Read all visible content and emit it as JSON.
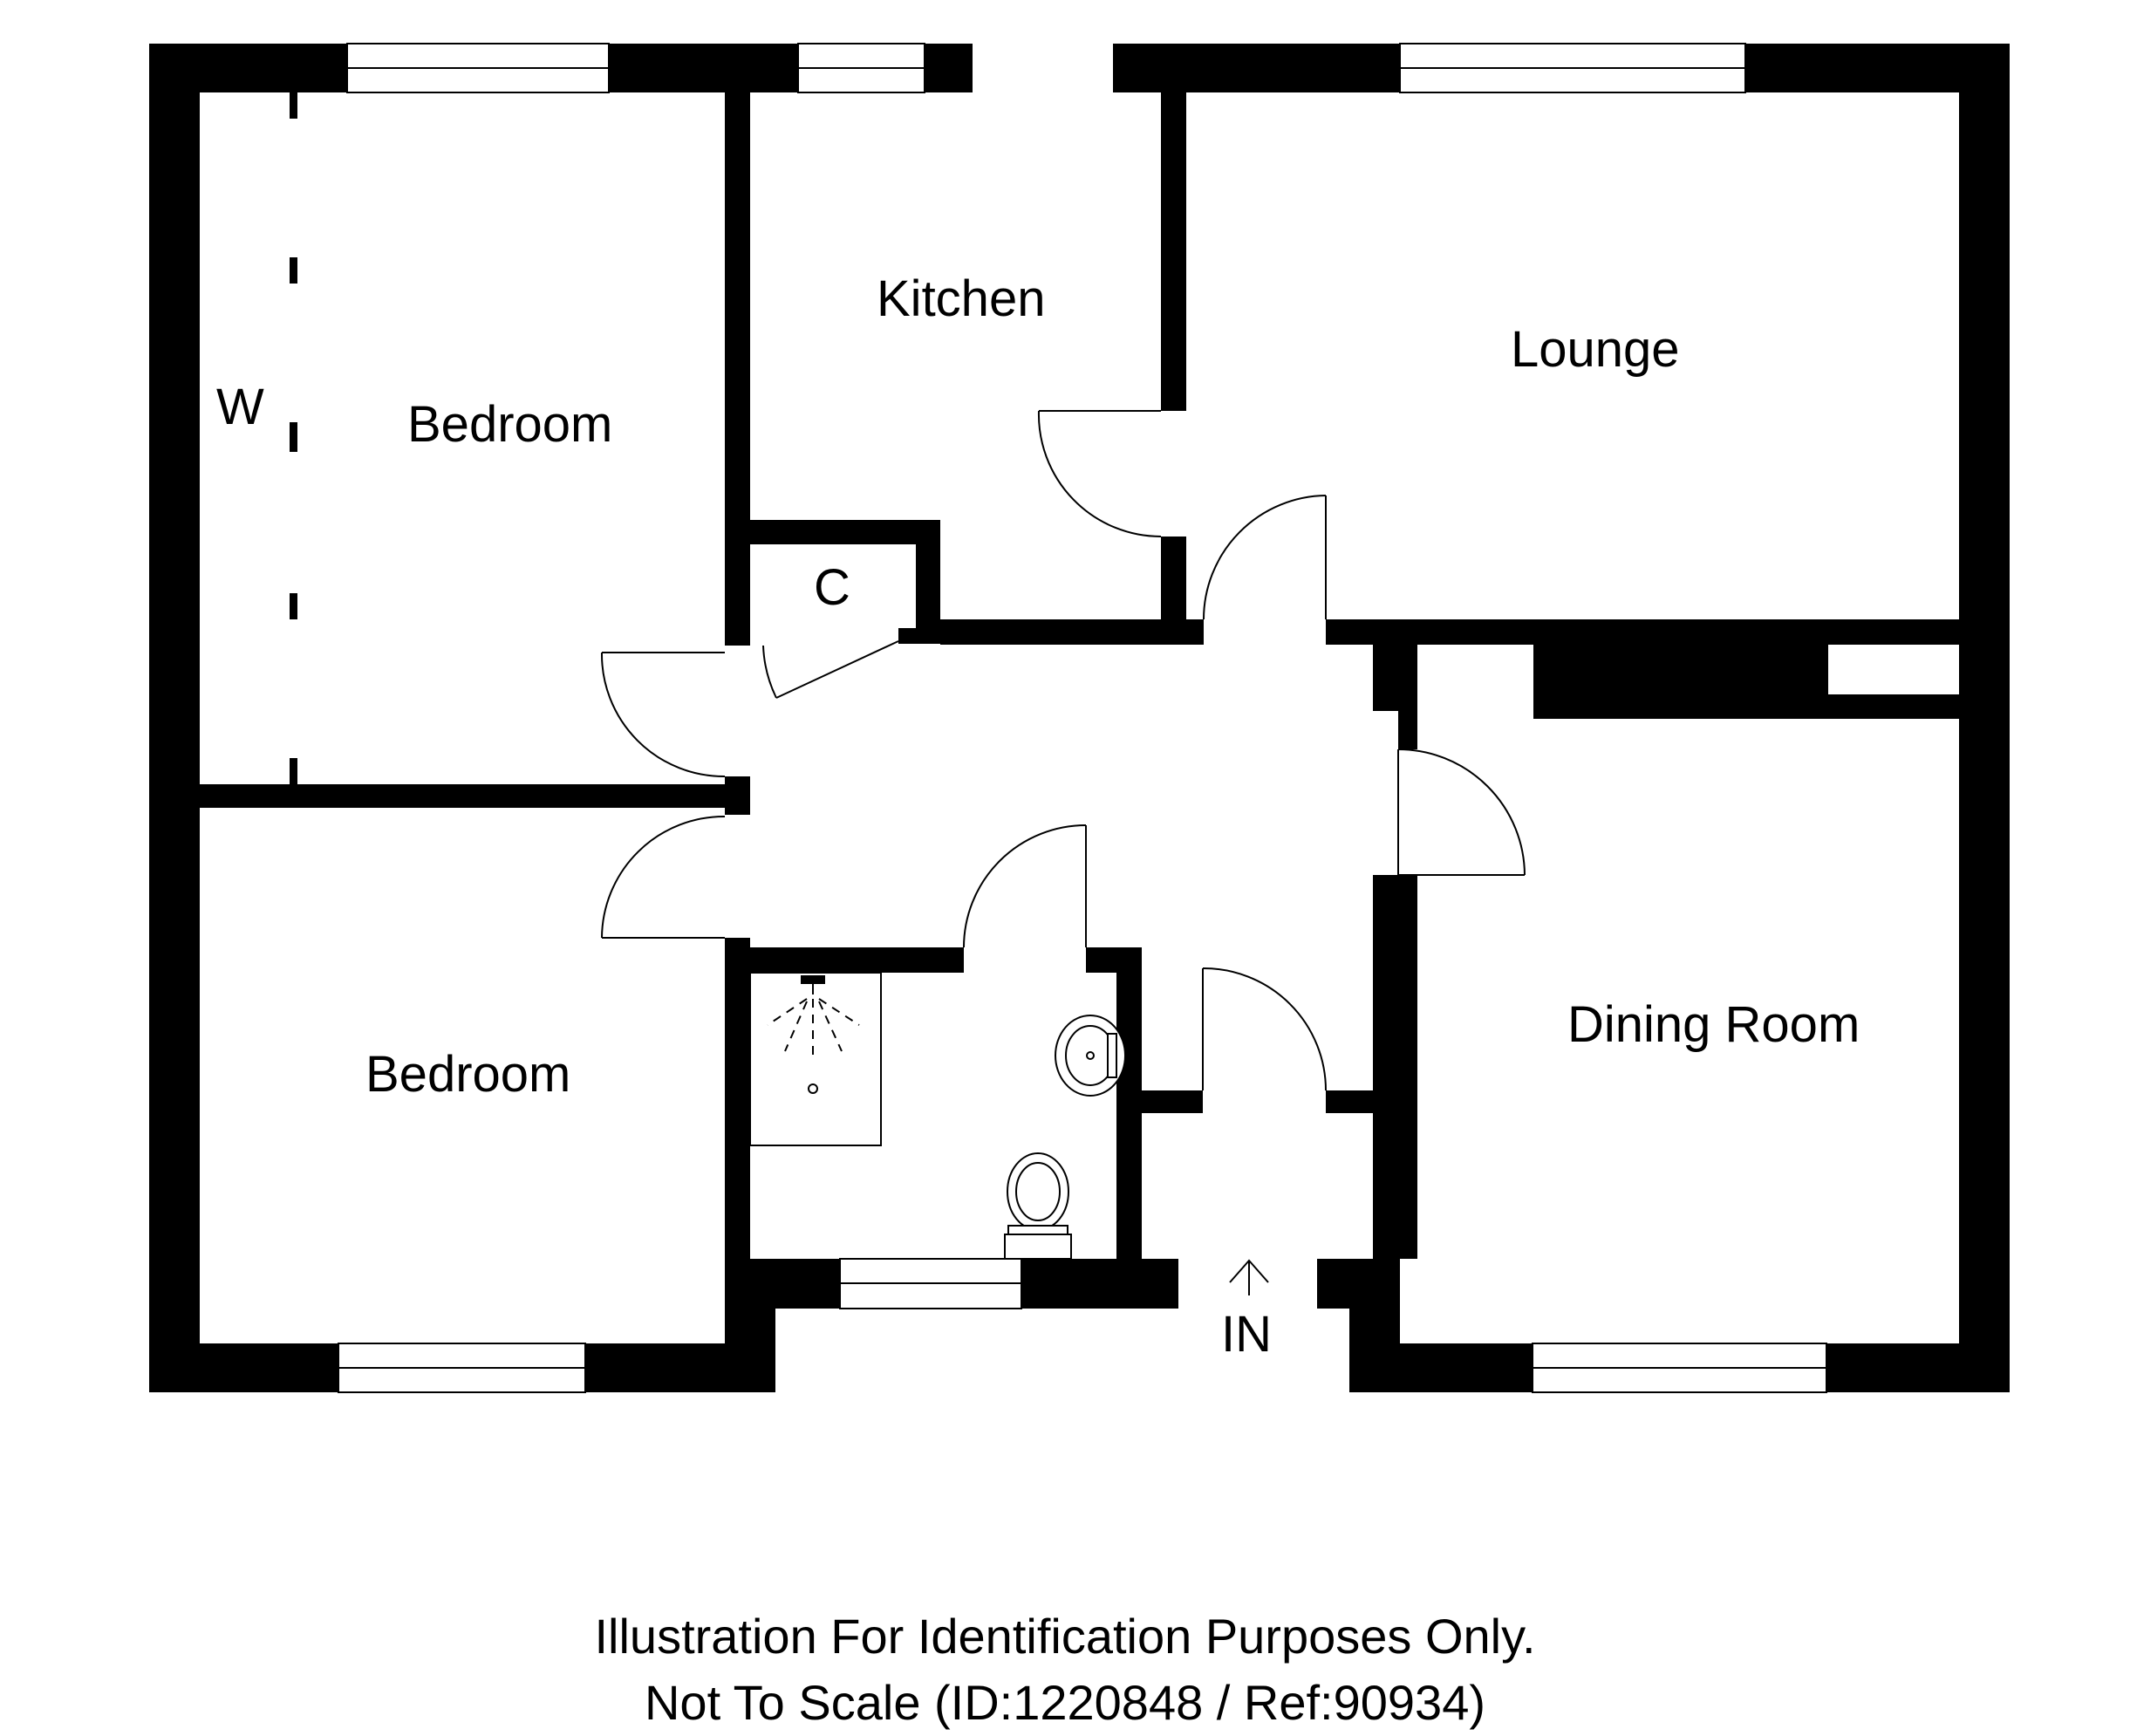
{
  "rooms": {
    "kitchen": "Kitchen",
    "lounge": "Lounge",
    "bedroom_1": "Bedroom",
    "bedroom_2": "Bedroom",
    "dining_room": "Dining Room",
    "cupboard": "C",
    "wardrobe": "W"
  },
  "entrance": {
    "label": "IN"
  },
  "caption": {
    "line1": "Illustration For Identification Purposes Only.",
    "line2": "Not To Scale (ID:1220848 / Ref:90934)"
  },
  "colors": {
    "wall": "#000000",
    "background": "#ffffff"
  }
}
